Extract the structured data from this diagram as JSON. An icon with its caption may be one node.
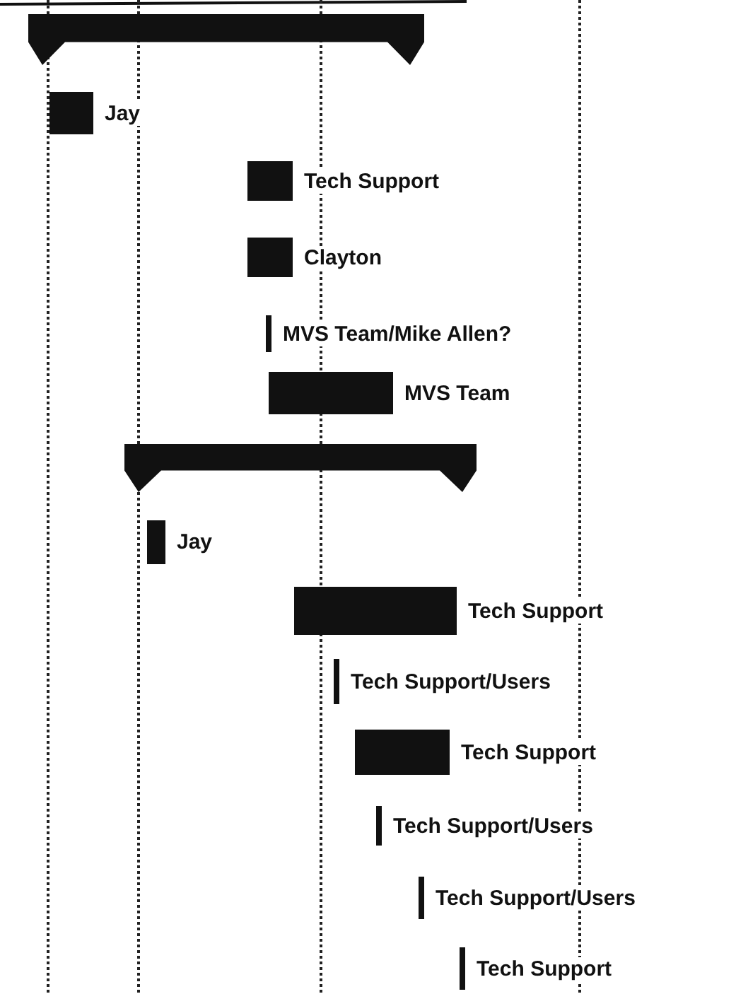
{
  "diagram": {
    "nodes": [
      {
        "text": [],
        "shape": "bar"
      },
      {
        "text": [],
        "shape": "bar",
        "beside": [
          "Jay"
        ]
      },
      {
        "text": [],
        "shape": "bar",
        "beside": [
          "Tech Support"
        ]
      },
      {
        "text": [],
        "shape": "bar",
        "beside": [
          "Clayton"
        ]
      },
      {
        "text": [],
        "shape": "bar",
        "beside": [
          "MVS Team/Mike Allen?"
        ]
      },
      {
        "text": [],
        "shape": "bar",
        "beside": [
          "MVS Team"
        ]
      },
      {
        "text": [],
        "shape": "bar"
      },
      {
        "text": [],
        "shape": "bar",
        "beside": [
          "Jay"
        ]
      },
      {
        "text": [],
        "shape": "bar",
        "beside": [
          "Tech Support"
        ]
      },
      {
        "text": [],
        "shape": "bar",
        "beside": [
          "Tech Support/Users"
        ]
      },
      {
        "text": [],
        "shape": "bar",
        "beside": [
          "Tech Support"
        ]
      },
      {
        "text": [],
        "shape": "bar",
        "beside": [
          "Tech Support/Users"
        ]
      },
      {
        "text": [],
        "shape": "bar",
        "beside": [
          "Tech Support/Users"
        ]
      },
      {
        "text": [],
        "shape": "bar",
        "beside": [
          "Tech Support"
        ]
      }
    ]
  }
}
